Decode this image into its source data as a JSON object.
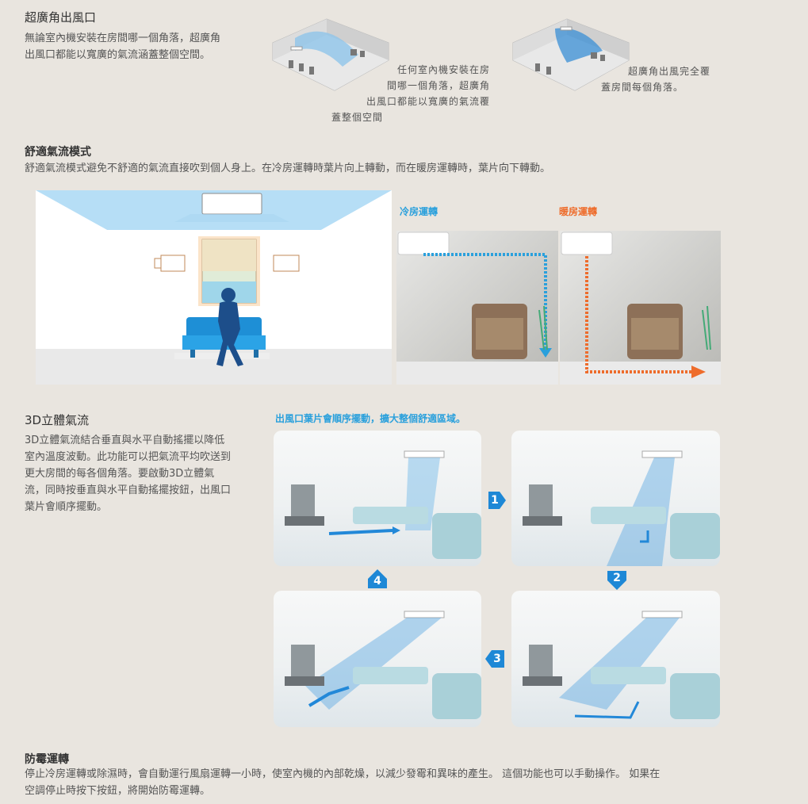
{
  "wide_angle": {
    "title": "超廣角出風口",
    "desc_line1": "無論室內機安裝在房間哪一個角落，超廣角",
    "desc_line2": "出風口都能以寬廣的氣流涵蓋整個空間。",
    "caption1": [
      "任何室內機安裝在房",
      "間哪一個角落，超廣角",
      "出風口都能以寬廣的氣流覆",
      "蓋整個空間"
    ],
    "caption2": [
      "超廣角出風完全覆",
      "蓋房間每個角落。"
    ]
  },
  "comfort": {
    "title": "舒適氣流模式",
    "desc": "舒適氣流模式避免不舒適的氣流直接吹到個人身上。在冷房運轉時葉片向上轉動，而在暖房運轉時，葉片向下轉動。",
    "cool_label": "冷房運轉",
    "heat_label": "暖房運轉"
  },
  "airflow3d": {
    "title": "3D立體氣流",
    "desc_lines": [
      "3D立體氣流結合垂直與水平自動搖擺以降低",
      "室內溫度波動。此功能可以把氣流平均吹送到",
      "更大房間的每各個角落。要啟動3D立體氣",
      "流，同時按垂直與水平自動搖擺按鈕，出風口",
      "葉片會順序擺動。"
    ],
    "diagram_caption": "出風口葉片會順序擺動，擴大整個舒適區域。",
    "steps": [
      "1",
      "2",
      "3",
      "4"
    ]
  },
  "mold": {
    "title": "防霉運轉",
    "desc_line1": "停止冷房運轉或除濕時，會自動運行風扇運轉一小時，使室內機的內部乾燥，以減少發霉和異味的產生。 這個功能也可以手動操作。 如果在",
    "desc_line2": "空調停止時按下按鈕，將開始防霉運轉。"
  },
  "colors": {
    "accent_blue": "#2aa0dc",
    "accent_orange": "#ee6c2b",
    "step_blue": "#1e88d6",
    "background": "#e9e5df"
  }
}
